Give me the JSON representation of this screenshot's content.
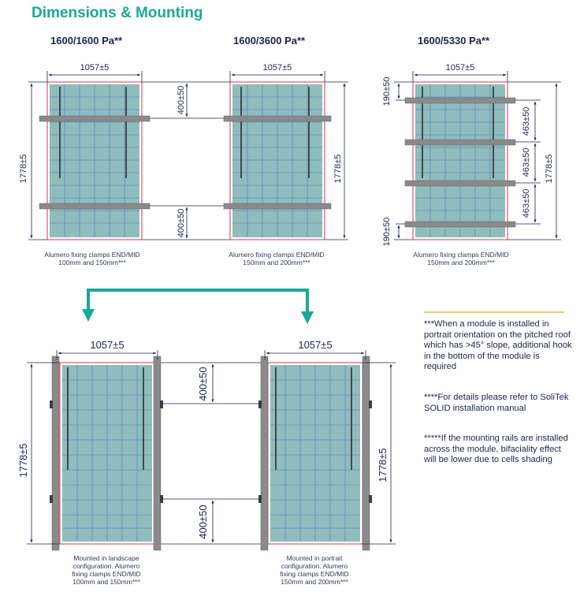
{
  "title": "Dimensions & Mounting",
  "headings": {
    "left": "1600/1600 Pa**",
    "middle": "1600/3600 Pa**",
    "right": "1600/5330 Pa**"
  },
  "dims": {
    "width": "1057±5",
    "length": "1778±5",
    "d400": "400±50",
    "d463": "463±50",
    "d190": "190±50"
  },
  "captions": {
    "left_top": [
      "Alumero fixing clamps END/MID",
      "100mm and 150mm***"
    ],
    "middle_top": [
      "Alumero fixing clamps END/MID",
      "150mm and 200mm***"
    ],
    "right_top": [
      "Alumero fixing clamps END/MID",
      "150mm and 200mm***"
    ],
    "left_bottom": [
      "Mounted in landscape",
      "configuration. Alumero",
      "fixing clamps END/MID",
      "100mm and 150mm***"
    ],
    "right_bottom": [
      "Mounted in portrait",
      "configuration. Alumero",
      "fixing clamps END/MID",
      "150mm and 200mm***"
    ]
  },
  "notes": [
    "***When a module is installed in portrait orientation on the pitched roof which has >45° slope, additional hook in the bottom of the module is required",
    "****For details please refer to SoliTek SOLID installation manual",
    "*****If the mounting rails are installed across the module, bifaciality effect will be lower due to cells shading"
  ],
  "colors": {
    "accent": "#1aa89b",
    "panel": "#8fbcbc",
    "cell_line": "#4a78c8",
    "rail": "#888888",
    "frame": "#e0304a",
    "dimension": "#1c2550",
    "divider": "#f0b048"
  }
}
